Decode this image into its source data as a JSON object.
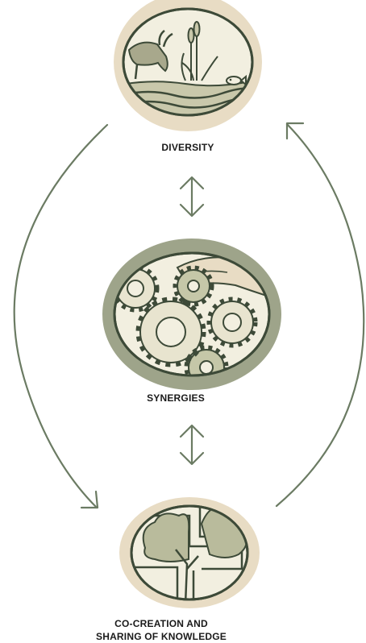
{
  "nodes": {
    "diversity": {
      "label": "DIVERSITY",
      "icon": "ecosystem-icon"
    },
    "synergies": {
      "label": "SYNERGIES",
      "icon": "gears-icon"
    },
    "cocreation": {
      "label_line1": "CO-CREATION AND",
      "label_line2": "SHARING OF KNOWLEDGE",
      "icon": "tree-icon"
    }
  },
  "colors": {
    "outline": "#3d4a38",
    "arrow": "#6b7b63",
    "ring_light": "#e8dcc4",
    "ring_dark": "#9ea48a",
    "fill": "#f2efe0",
    "accent": "#c5c7a8"
  }
}
